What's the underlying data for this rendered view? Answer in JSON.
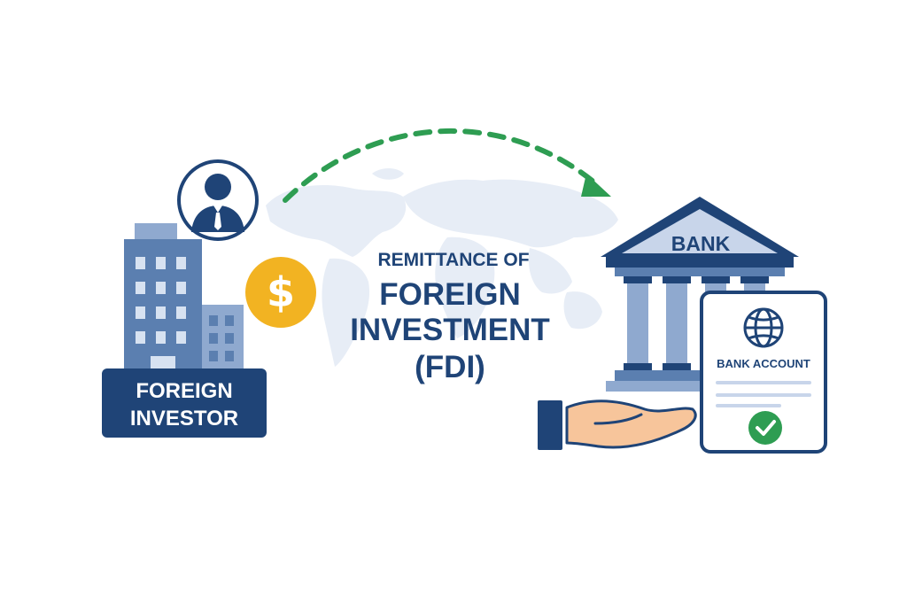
{
  "title": {
    "line1": "REMITTANCE OF",
    "line2": "FOREIGN",
    "line3": "INVESTMENT",
    "line4": "(FDI)"
  },
  "investor": {
    "label_line1": "FOREIGN",
    "label_line2": "INVESTOR",
    "currency_symbol": "$"
  },
  "bank": {
    "label": "BANK"
  },
  "account_card": {
    "label": "BANK ACCOUNT"
  },
  "icons": {
    "person": "businessman-icon",
    "currency": "dollar-coin-icon",
    "building": "office-building-icon",
    "bank": "bank-building-icon",
    "globe": "globe-icon",
    "check": "check-circle-icon",
    "hand": "open-hand-icon",
    "arrow": "dashed-arc-arrow-icon",
    "map": "world-map-icon"
  },
  "colors": {
    "navy": "#1f4477",
    "steel_blue": "#5b7fb0",
    "light_blue": "#8fa9cf",
    "bank_roof_fill": "#c8d5ea",
    "coin": "#f2b322",
    "arrow_green": "#2e9d52",
    "check_green": "#2e9d52",
    "map": "#e5ecf6",
    "hand_skin": "#f7c59b"
  }
}
